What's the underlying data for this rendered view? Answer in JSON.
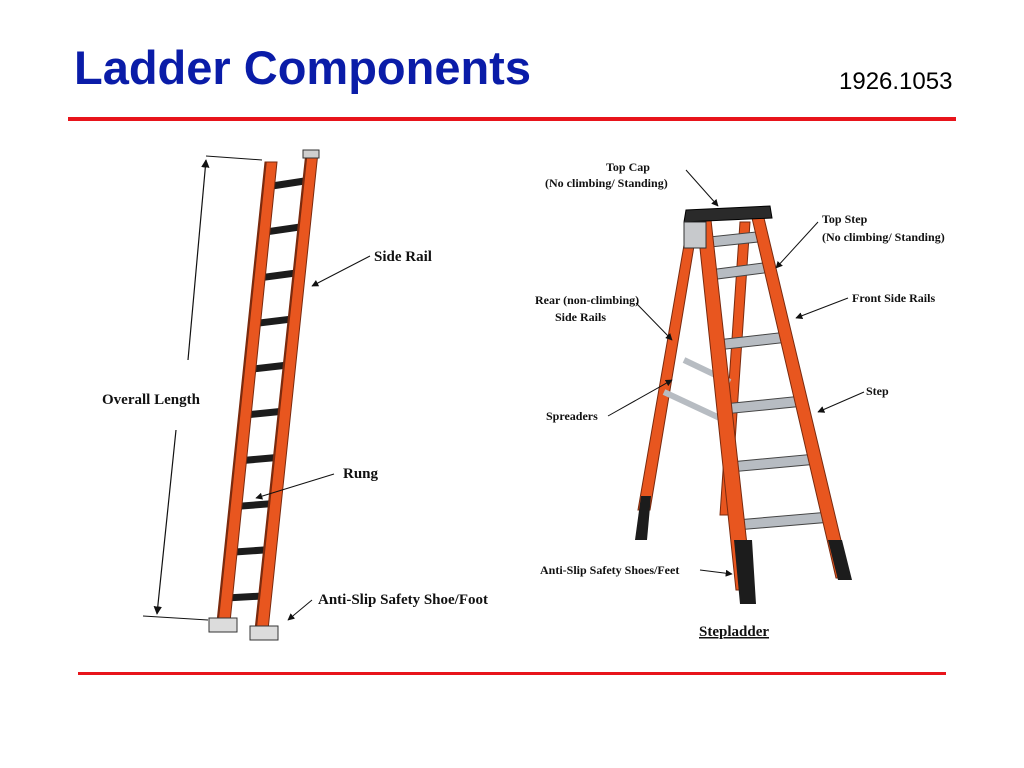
{
  "slide": {
    "title": "Ladder Components",
    "code": "1926.1053",
    "title_color": "#0a1ca8",
    "rule_color": "#e8141b"
  },
  "colors": {
    "ladder_orange": "#e8561f",
    "ladder_dark": "#1c1c1c",
    "metal": "#b7bcc2"
  },
  "extension_ladder": {
    "labels": {
      "side_rail": "Side Rail",
      "overall_length": "Overall Length",
      "rung": "Rung",
      "shoe": "Anti-Slip Safety Shoe/Foot"
    }
  },
  "stepladder": {
    "caption": "Stepladder",
    "labels": {
      "top_cap_1": "Top Cap",
      "top_cap_2": "(No climbing/ Standing)",
      "top_step_1": "Top Step",
      "top_step_2": "(No climbing/ Standing)",
      "rear_1": "Rear (non-climbing)",
      "rear_2": "Side Rails",
      "front_rails": "Front Side Rails",
      "spreaders": "Spreaders",
      "step": "Step",
      "shoes": "Anti-Slip Safety Shoes/Feet"
    }
  }
}
